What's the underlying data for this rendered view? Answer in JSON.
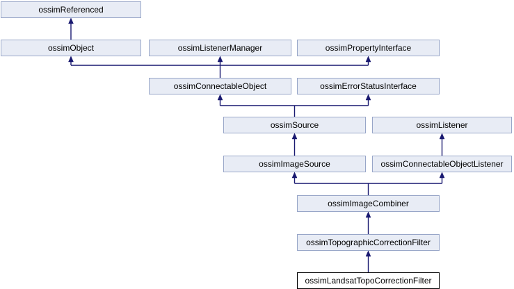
{
  "diagram": {
    "kind": "class-inheritance-graph",
    "nodes": [
      {
        "id": "ossimReferenced",
        "label": "ossimReferenced",
        "style": "base"
      },
      {
        "id": "ossimObject",
        "label": "ossimObject",
        "style": "base"
      },
      {
        "id": "ossimListenerManager",
        "label": "ossimListenerManager",
        "style": "base"
      },
      {
        "id": "ossimPropertyInterface",
        "label": "ossimPropertyInterface",
        "style": "base"
      },
      {
        "id": "ossimConnectableObject",
        "label": "ossimConnectableObject",
        "style": "base"
      },
      {
        "id": "ossimErrorStatusInterface",
        "label": "ossimErrorStatusInterface",
        "style": "base"
      },
      {
        "id": "ossimSource",
        "label": "ossimSource",
        "style": "base"
      },
      {
        "id": "ossimListener",
        "label": "ossimListener",
        "style": "base"
      },
      {
        "id": "ossimImageSource",
        "label": "ossimImageSource",
        "style": "base"
      },
      {
        "id": "ossimConnectableObjectListener",
        "label": "ossimConnectableObjectListener",
        "style": "base"
      },
      {
        "id": "ossimImageCombiner",
        "label": "ossimImageCombiner",
        "style": "base"
      },
      {
        "id": "ossimTopographicCorrectionFilter",
        "label": "ossimTopographicCorrectionFilter",
        "style": "base"
      },
      {
        "id": "ossimLandsatTopoCorrectionFilter",
        "label": "ossimLandsatTopoCorrectionFilter",
        "style": "current"
      }
    ],
    "edges": [
      {
        "from": "ossimObject",
        "to": "ossimReferenced"
      },
      {
        "from": "ossimConnectableObject",
        "to": "ossimObject"
      },
      {
        "from": "ossimConnectableObject",
        "to": "ossimListenerManager"
      },
      {
        "from": "ossimConnectableObject",
        "to": "ossimPropertyInterface"
      },
      {
        "from": "ossimSource",
        "to": "ossimConnectableObject"
      },
      {
        "from": "ossimSource",
        "to": "ossimErrorStatusInterface"
      },
      {
        "from": "ossimImageSource",
        "to": "ossimSource"
      },
      {
        "from": "ossimConnectableObjectListener",
        "to": "ossimListener"
      },
      {
        "from": "ossimImageCombiner",
        "to": "ossimImageSource"
      },
      {
        "from": "ossimImageCombiner",
        "to": "ossimConnectableObjectListener"
      },
      {
        "from": "ossimTopographicCorrectionFilter",
        "to": "ossimImageCombiner"
      },
      {
        "from": "ossimLandsatTopoCorrectionFilter",
        "to": "ossimTopographicCorrectionFilter"
      }
    ],
    "colors": {
      "node_fill": "#e8ecf5",
      "node_border": "#98a6c8",
      "current_node_fill": "#ffffff",
      "current_node_border": "#000000",
      "edge": "#191970",
      "text": "#000000",
      "background": "#ffffff"
    }
  }
}
